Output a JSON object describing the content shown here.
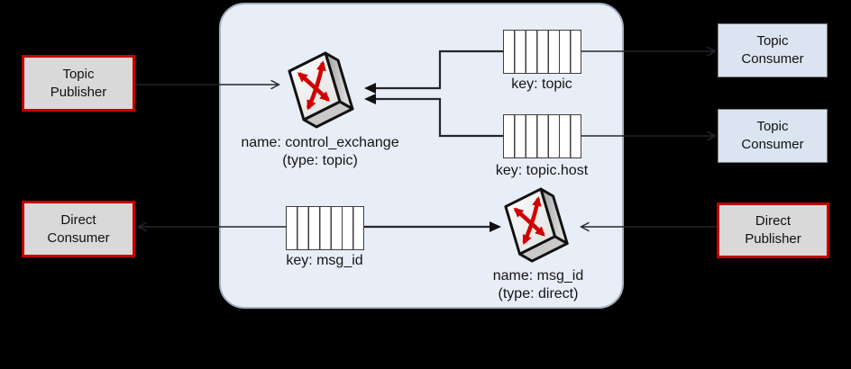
{
  "diagram": {
    "nodes": {
      "topic_publisher": {
        "label": "Topic\nPublisher"
      },
      "direct_consumer": {
        "label": "Direct\nConsumer"
      },
      "topic_consumer_1": {
        "label": "Topic\nConsumer"
      },
      "topic_consumer_2": {
        "label": "Topic\nConsumer"
      },
      "direct_publisher": {
        "label": "Direct\nPublisher"
      }
    },
    "exchanges": {
      "control_exchange": {
        "name_label": "name: control_exchange",
        "type_label": "(type: topic)"
      },
      "msg_id_exchange": {
        "name_label": "name: msg_id",
        "type_label": "(type: direct)"
      }
    },
    "queues": {
      "topic": {
        "label": "key: topic"
      },
      "topic_host": {
        "label": "key: topic.host"
      },
      "msg_id": {
        "label": "key: msg_id"
      }
    },
    "colors": {
      "background": "#000000",
      "panel_fill": "#e8eef7",
      "panel_border": "#a6b0bf",
      "consumer_box_fill": "#dbe5f1",
      "consumer_box_border": "#7f7f7f",
      "publisher_box_fill": "#d9d9d9",
      "publisher_box_border": "#c00000",
      "connector_line": "#26262b",
      "exchange_arrow_red": "#d10000"
    }
  }
}
